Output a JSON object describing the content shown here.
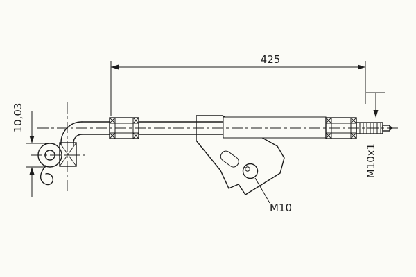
{
  "drawing": {
    "type": "technical-drawing",
    "subject": "brake-hose-assembly",
    "labels": {
      "length_dimension": "425",
      "diameter_dimension": "10,03",
      "thread_dimension": "M10x1",
      "hole_label": "M10"
    },
    "colors": {
      "background": "#fbfbf6",
      "line": "#1c1c1c"
    }
  }
}
